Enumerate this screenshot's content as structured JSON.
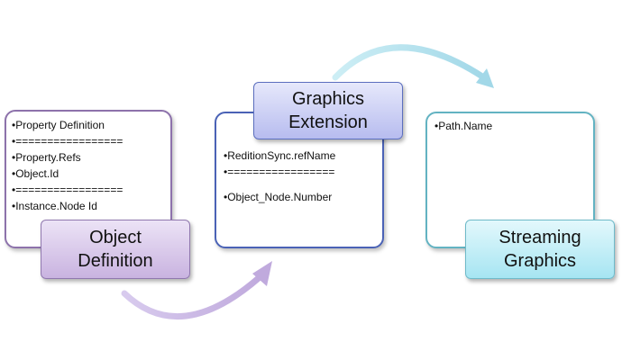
{
  "colors": {
    "arrow_purple": "#c8b4e2",
    "arrow_blue": "#a9dbea"
  },
  "stages": [
    {
      "title_line1": "Object",
      "title_line2": "Definition",
      "items": [
        "•Property Definition",
        "•=================",
        "•Property.Refs",
        "•Object.Id",
        "•=================",
        "•Instance.Node  Id"
      ]
    },
    {
      "title_line1": "Graphics",
      "title_line2": "Extension",
      "items": [
        "•ReditionSync.refName",
        "•=================",
        "•Object_Node.Number"
      ]
    },
    {
      "title_line1": "Streaming",
      "title_line2": "Graphics",
      "items": [
        "•Path.Name"
      ]
    }
  ]
}
